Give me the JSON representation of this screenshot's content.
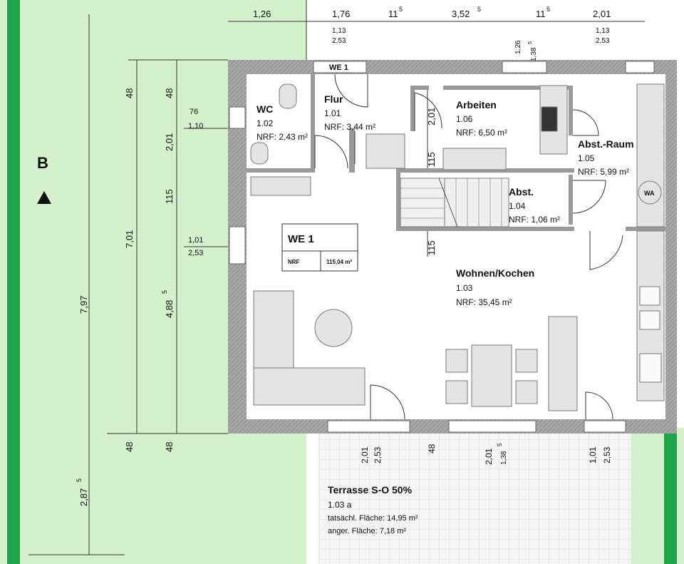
{
  "colors": {
    "garden": "#d5f0cd",
    "edge": "#1fa34b",
    "wall": "#9a9a9a",
    "furniture": "#e4e4e4",
    "tile": "#f3f3f3"
  },
  "section_marker": {
    "letter": "B"
  },
  "top_dims": {
    "d1": "1,26",
    "d2": "1,76",
    "d2b": "1,13",
    "d2c": "2,53",
    "d3": "11",
    "d3s": "5",
    "d4": "3,52",
    "d4s": "5",
    "d5": "11",
    "d5s": "5",
    "d6": "2,01",
    "d6b": "1,13",
    "d6c": "2,53",
    "v1": "1,26",
    "v2": "1,38",
    "v2s": "5"
  },
  "left_dims": {
    "outer": "7,97",
    "t48": "48",
    "b48": "48",
    "mid": "7,01",
    "a48": "48",
    "a201": "2,01",
    "a115": "115",
    "a488": "4,88",
    "a488s": "5",
    "a48b": "48",
    "w76": "76",
    "w110": "1,10",
    "w101": "1,01",
    "w253": "2,53",
    "bottom": "2,87",
    "bottom_s": "5"
  },
  "window_label": "WE 1",
  "rooms": [
    {
      "name": "WC",
      "num": "1.02",
      "nrf": "NRF: 2,43 m²"
    },
    {
      "name": "Flur",
      "num": "1.01",
      "nrf": "NRF: 3,44 m²"
    },
    {
      "name": "Arbeiten",
      "num": "1.06",
      "nrf": "NRF: 6,50 m²"
    },
    {
      "name": "Abst.-Raum",
      "num": "1.05",
      "nrf": "NRF: 5,99 m²"
    },
    {
      "name": "Abst.",
      "num": "1.04",
      "nrf": "NRF: 1,06 m²"
    },
    {
      "name": "Wohnen/Kochen",
      "num": "1.03",
      "nrf": "NRF: 35,45 m²"
    }
  ],
  "inner_dims": {
    "flur_201": "2,01",
    "flur_115": "115",
    "stair_115": "115",
    "wa": "WA"
  },
  "unit_box": {
    "title": "WE 1",
    "label": "NRF",
    "value": "115,04 m²"
  },
  "terrace": {
    "name": "Terrasse S-O 50%",
    "num": "1.03 a",
    "actual": "tatsächl. Fläche: 14,95 m²",
    "counted": "anger. Fläche: 7,18 m²"
  },
  "bottom_dims": {
    "a": "2,01",
    "b": "2,53",
    "c": "48",
    "d": "2,01",
    "e": "1,38",
    "es": "5",
    "f": "1,01",
    "g": "2,53"
  }
}
